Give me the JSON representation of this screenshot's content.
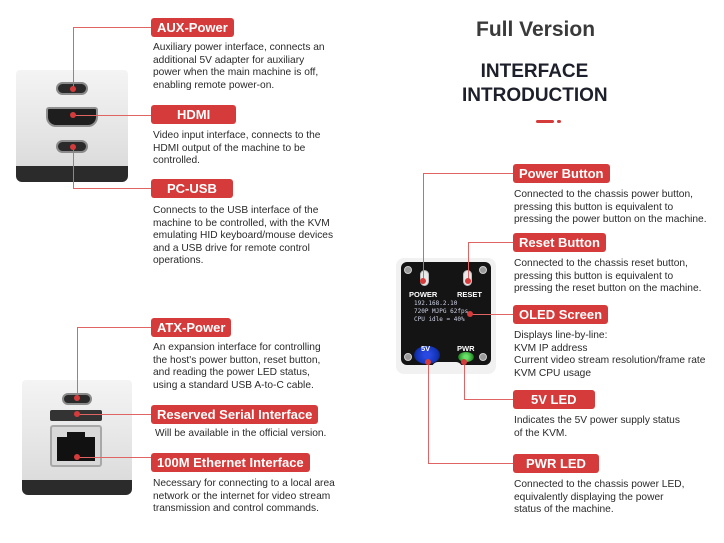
{
  "header": {
    "version_title": "Full Version",
    "main_title_line1": "INTERFACE",
    "main_title_line2": "INTRODUCTION"
  },
  "left_top_device": {
    "interfaces": [
      {
        "label": "AUX-Power",
        "description": "Auxiliary power interface, connects an\nadditional 5V adapter for auxiliary\npower when the main machine is off,\nenabling remote power-on."
      },
      {
        "label": "HDMI",
        "description": "Video input interface, connects to the\nHDMI output of the machine to be\ncontrolled."
      },
      {
        "label": "PC-USB",
        "description": "Connects to the USB interface of the\nmachine to be controlled, with the KVM\nemulating HID keyboard/mouse devices\nand a USB drive for remote control\noperations."
      }
    ]
  },
  "left_bottom_device": {
    "interfaces": [
      {
        "label": "ATX-Power",
        "description": "An expansion interface for controlling\nthe host's power button, reset button,\nand reading the power LED status,\nusing a standard USB A-to-C cable."
      },
      {
        "label": "Reserved Serial Interface",
        "description": "Will be available in the official version."
      },
      {
        "label": "100M Ethernet Interface",
        "description": "Necessary for connecting to a local area\nnetwork or the internet for video stream\ntransmission and control commands."
      }
    ]
  },
  "kvm_board": {
    "silkscreen": {
      "power": "POWER",
      "reset": "RESET",
      "led_5v": "5V",
      "led_pwr": "PWR"
    },
    "oled_lines": "192.168.2.10\n720P MJPG 62fps\nCPU idle = 40%",
    "colors": {
      "accent_red": "#d63b3b",
      "led_5v": "#2848e0",
      "led_pwr": "#4cc04c"
    }
  },
  "right_interfaces": [
    {
      "label": "Power Button",
      "description": "Connected to the chassis power button,\npressing this button is equivalent to\npressing the power button on the machine."
    },
    {
      "label": "Reset Button",
      "description": "Connected to the chassis reset button,\npressing this button is equivalent to\npressing the reset button on the machine."
    },
    {
      "label": "OLED Screen",
      "description": "Displays line-by-line:\nKVM IP address\nCurrent video stream resolution/frame rate\nKVM CPU usage"
    },
    {
      "label": "5V LED",
      "description": "Indicates the 5V power supply status\nof the KVM."
    },
    {
      "label": "PWR LED",
      "description": "Connected to the chassis power LED,\nequivalently displaying the power\nstatus of the machine."
    }
  ]
}
